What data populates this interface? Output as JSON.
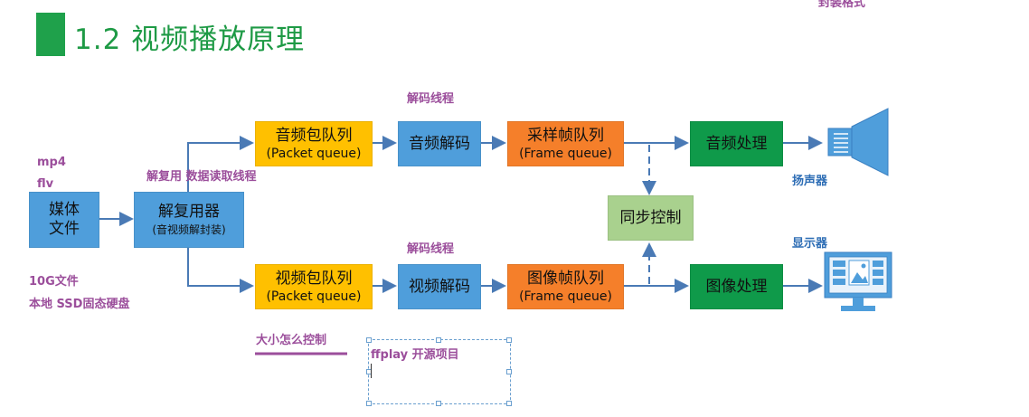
{
  "title": "1.2 视频播放原理",
  "top_cut_text": "封装格式",
  "nodes": {
    "media_file": "媒体\n文件",
    "demuxer_main": "解复用器",
    "demuxer_sub": "(音视频解封装)",
    "audio_packet_queue_main": "音频包队列",
    "audio_packet_queue_sub": "(Packet queue)",
    "audio_decode": "音频解码",
    "sample_frame_queue_main": "采样帧队列",
    "sample_frame_queue_sub": "(Frame queue)",
    "audio_process": "音频处理",
    "video_packet_queue_main": "视频包队列",
    "video_packet_queue_sub": "(Packet queue)",
    "video_decode": "视频解码",
    "image_frame_queue_main": "图像帧队列",
    "image_frame_queue_sub": "(Frame queue)",
    "image_process": "图像处理",
    "sync_control": "同步控制"
  },
  "labels": {
    "mp4": "mp4",
    "flv": "flv",
    "file_size": "10G文件",
    "local_disk": "本地 SSD固态硬盘",
    "demux_thread": "解复用 数据读取线程",
    "decode_thread_top": "解码线程",
    "decode_thread_bottom": "解码线程",
    "speaker": "扬声器",
    "display": "显示器",
    "size_control": "大小怎么控制",
    "ffplay_project": "ffplay 开源项目"
  },
  "colors": {
    "title_green": "#1e9a45",
    "box_blue": "#4f9edb",
    "box_yellow": "#ffc000",
    "box_orange": "#f57f2a",
    "box_green": "#0f9a4a",
    "box_light_green": "#a9d18e",
    "annotation_purple": "#9b4e9b",
    "arrow": "#4a7ab5"
  },
  "icons": [
    "speaker-icon",
    "monitor-icon"
  ]
}
